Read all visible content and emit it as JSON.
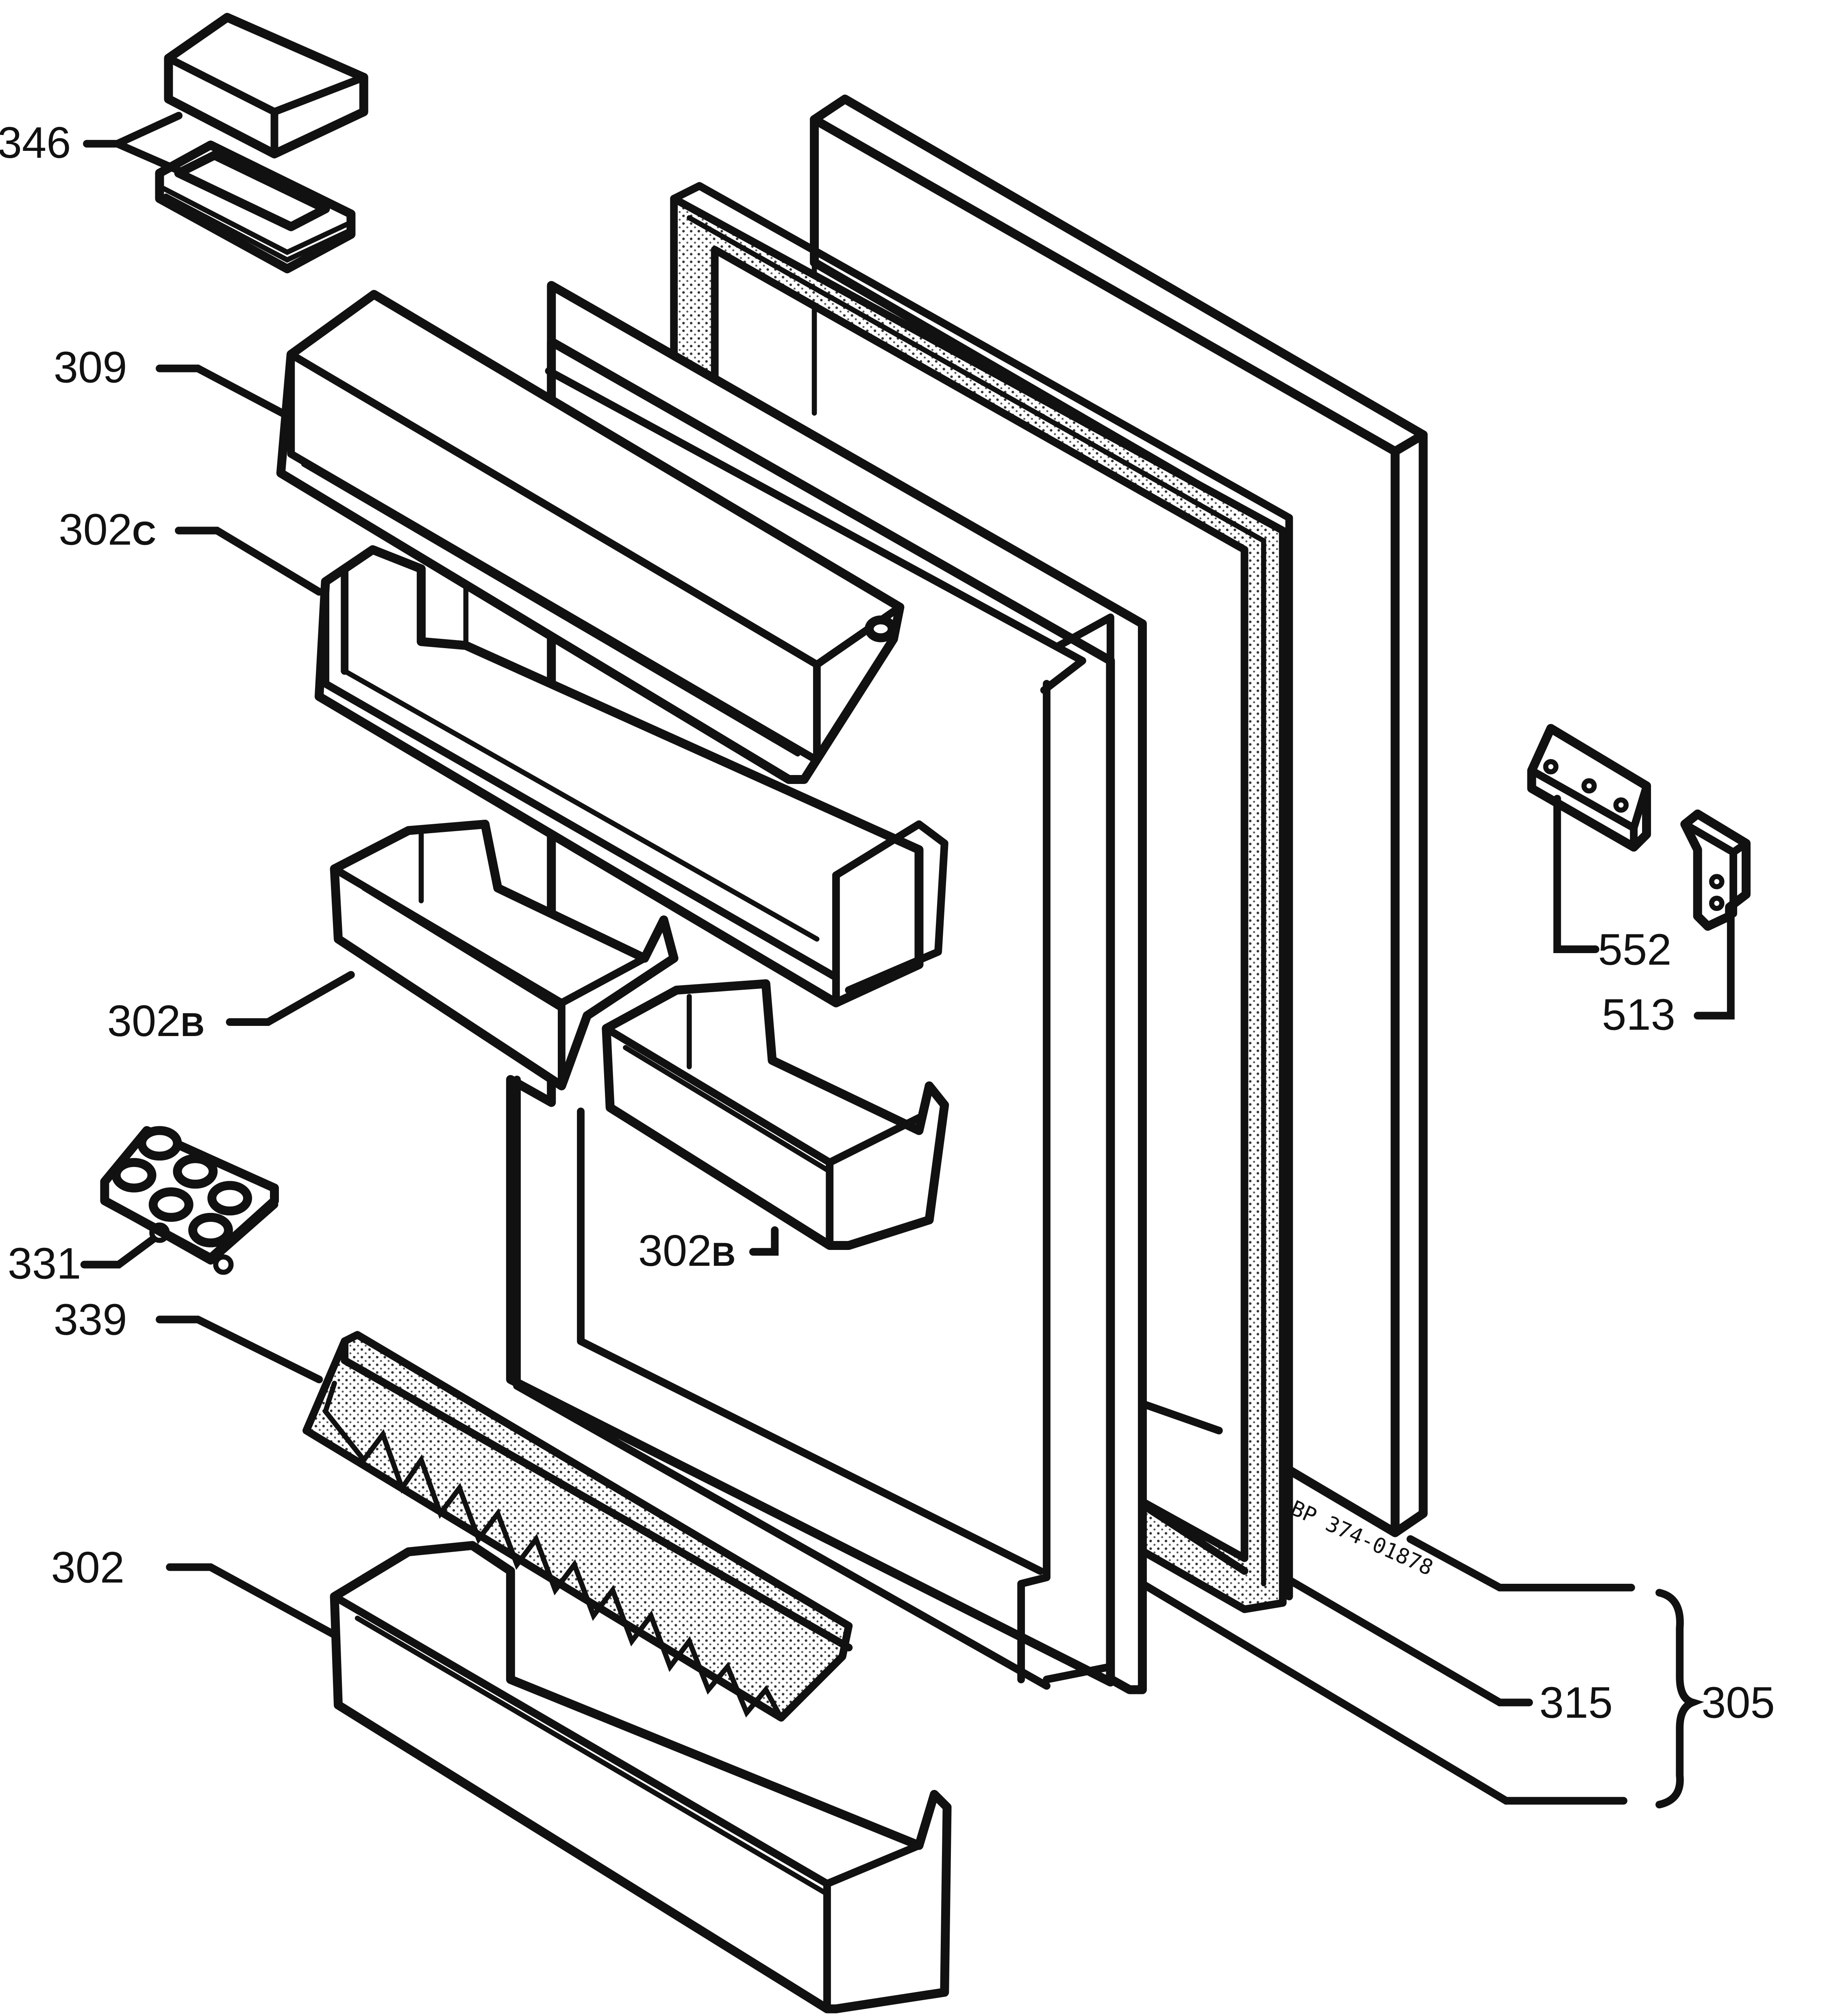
{
  "diagram": {
    "drawing_code": "BP 374-01878",
    "callouts": [
      {
        "id": "346",
        "label": "346",
        "part": "butter-box"
      },
      {
        "id": "309",
        "label": "309",
        "part": "butter-box-cover-shelf"
      },
      {
        "id": "302C",
        "label": "302",
        "suffix": "C",
        "part": "upper-door-shelf"
      },
      {
        "id": "302B_left",
        "label": "302",
        "suffix": "B",
        "part": "left-bottle-shelf"
      },
      {
        "id": "302B_right",
        "label": "302",
        "suffix": "B",
        "part": "right-bottle-shelf"
      },
      {
        "id": "331",
        "label": "331",
        "part": "egg-tray"
      },
      {
        "id": "339",
        "label": "339",
        "part": "bottle-retainer-comb"
      },
      {
        "id": "302",
        "label": "302",
        "part": "bottom-door-shelf"
      },
      {
        "id": "552",
        "label": "552",
        "part": "hinge-plate"
      },
      {
        "id": "513",
        "label": "513",
        "part": "hinge-bracket"
      },
      {
        "id": "315",
        "label": "315",
        "part": "door-gasket"
      },
      {
        "id": "305",
        "label": "305",
        "part": "door-assembly"
      }
    ]
  }
}
